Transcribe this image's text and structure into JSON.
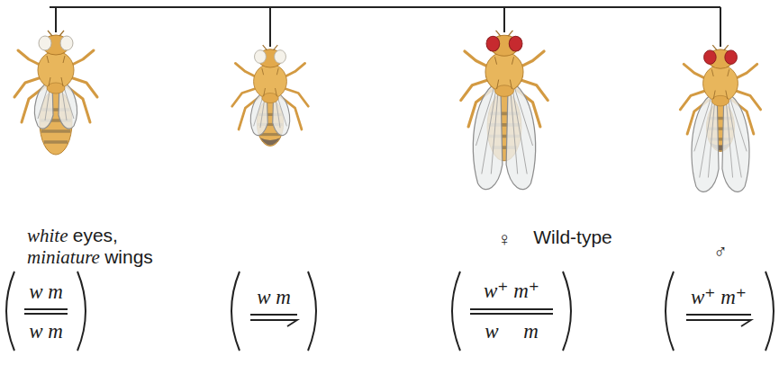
{
  "diagram": {
    "labels": [
      "white eyes, miniature wings",
      "♀",
      "Wild-type",
      "♂",
      "w m",
      "w m",
      "w m",
      "w⁺ m⁺",
      "w m",
      "w⁺ m⁺"
    ]
  }
}
